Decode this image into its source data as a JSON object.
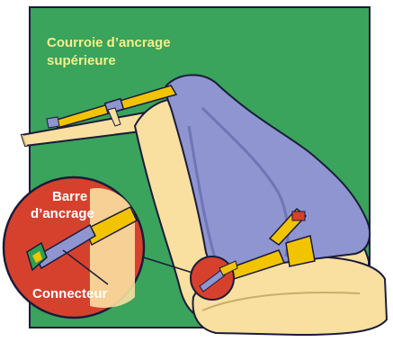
{
  "labels": {
    "top_tether": [
      "Courroie d’ancrage",
      "supérieure"
    ],
    "anchor_bar": [
      "Barre",
      "d’ancrage"
    ],
    "connector": "Connecteur"
  },
  "colors": {
    "background_panel": "#3aa35c",
    "seat_cushion": "#f9e0a0",
    "child_seat_shell": "#8e95d0",
    "strap": "#f2c400",
    "inset_circle": "#d6412e",
    "label_yellow": "#f4f08a",
    "outline": "#1b1b3a"
  }
}
